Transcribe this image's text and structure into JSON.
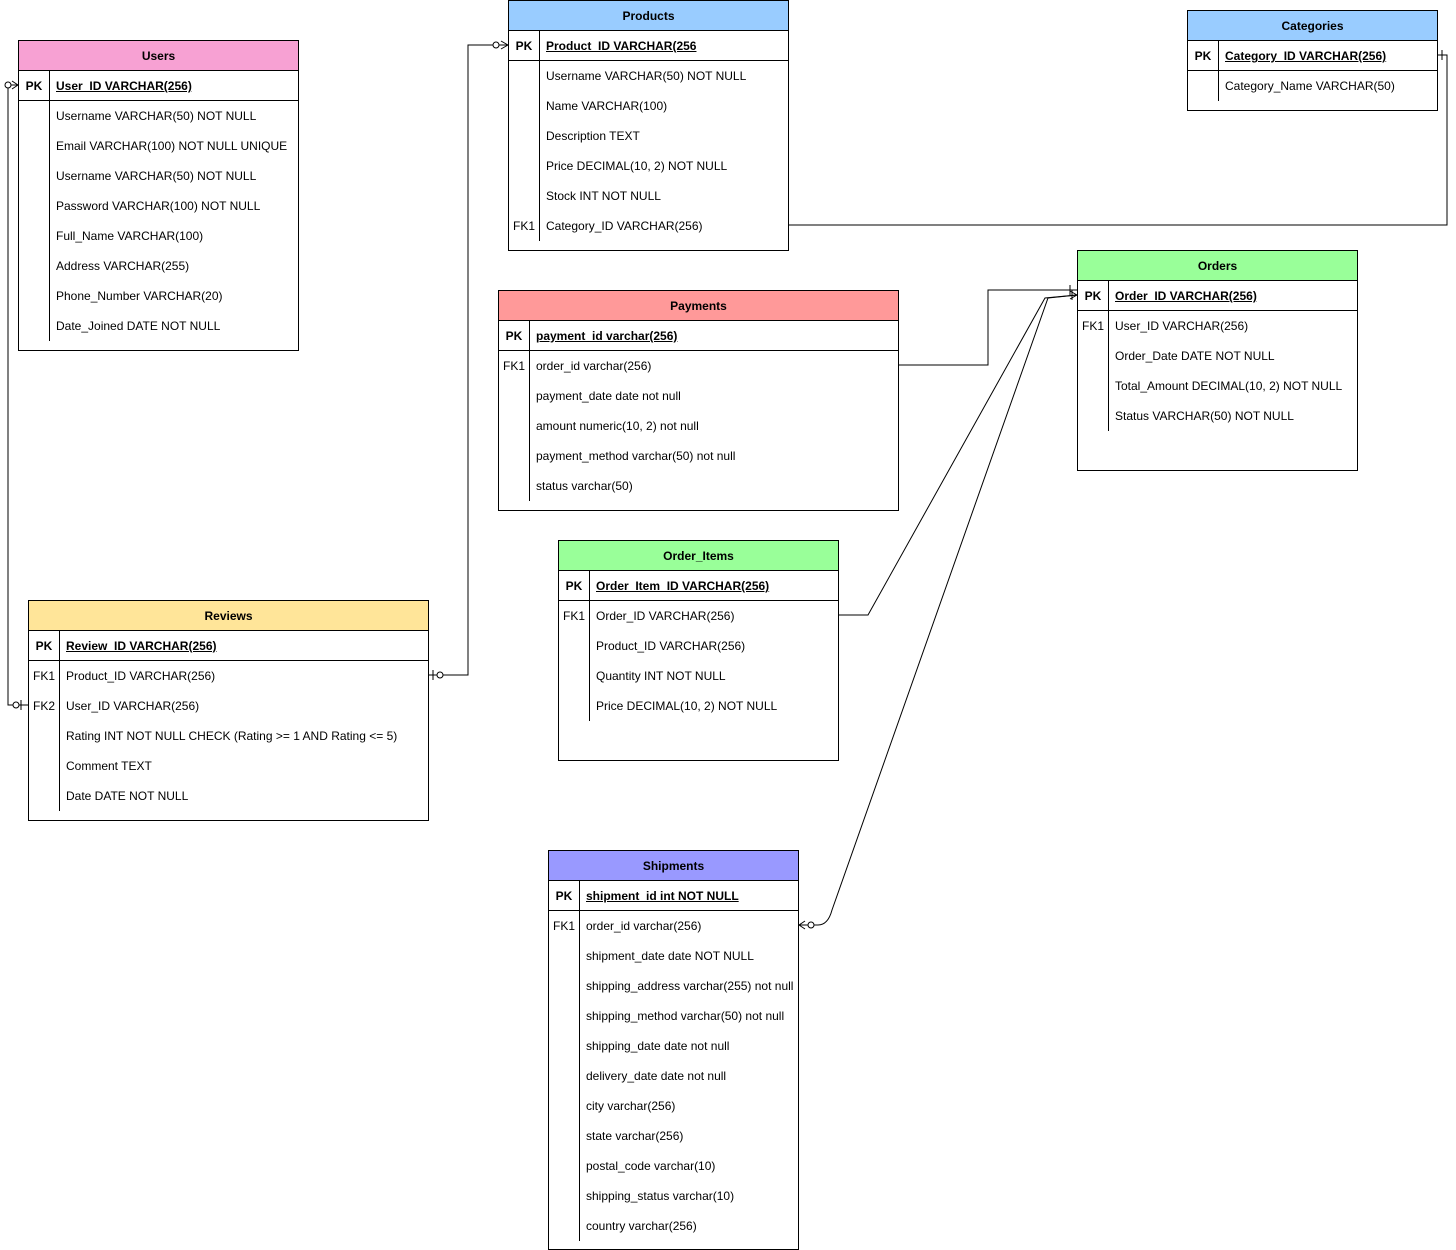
{
  "diagram": {
    "entities": [
      {
        "id": "users",
        "title": "Users",
        "header_color": "#f7a1d3",
        "pk": {
          "key": "PK",
          "field": "User_ID VARCHAR(256)"
        },
        "fields": [
          {
            "key": "",
            "field": "Username VARCHAR(50) NOT NULL"
          },
          {
            "key": "",
            "field": "Email VARCHAR(100) NOT NULL UNIQUE"
          },
          {
            "key": "",
            "field": "Username VARCHAR(50) NOT NULL"
          },
          {
            "key": "",
            "field": "Password VARCHAR(100) NOT NULL"
          },
          {
            "key": "",
            "field": "Full_Name VARCHAR(100)"
          },
          {
            "key": "",
            "field": "Address VARCHAR(255)"
          },
          {
            "key": "",
            "field": "Phone_Number VARCHAR(20)"
          },
          {
            "key": "",
            "field": "Date_Joined DATE NOT NULL"
          }
        ]
      },
      {
        "id": "products",
        "title": "Products",
        "header_color": "#99ccff",
        "pk": {
          "key": "PK",
          "field": "Product_ID VARCHAR(256"
        },
        "fields": [
          {
            "key": "",
            "field": "Username VARCHAR(50) NOT NULL"
          },
          {
            "key": "",
            "field": "Name VARCHAR(100)"
          },
          {
            "key": "",
            "field": "Description TEXT"
          },
          {
            "key": "",
            "field": "Price DECIMAL(10, 2) NOT NULL"
          },
          {
            "key": "",
            "field": "Stock INT NOT NULL"
          },
          {
            "key": "FK1",
            "field": "Category_ID VARCHAR(256)"
          }
        ]
      },
      {
        "id": "categories",
        "title": "Categories",
        "header_color": "#99ccff",
        "pk": {
          "key": "PK",
          "field": "Category_ID VARCHAR(256)"
        },
        "fields": [
          {
            "key": "",
            "field": "Category_Name VARCHAR(50)"
          }
        ]
      },
      {
        "id": "orders",
        "title": "Orders",
        "header_color": "#99ff99",
        "pk": {
          "key": "PK",
          "field": "Order_ID VARCHAR(256)"
        },
        "fields": [
          {
            "key": "FK1",
            "field": "User_ID VARCHAR(256)"
          },
          {
            "key": "",
            "field": "Order_Date DATE NOT NULL"
          },
          {
            "key": "",
            "field": "Total_Amount DECIMAL(10, 2) NOT NULL"
          },
          {
            "key": "",
            "field": "Status VARCHAR(50) NOT NULL"
          }
        ]
      },
      {
        "id": "payments",
        "title": "Payments",
        "header_color": "#ff9999",
        "pk": {
          "key": "PK",
          "field": "payment_id varchar(256)"
        },
        "fields": [
          {
            "key": "FK1",
            "field": "order_id varchar(256)"
          },
          {
            "key": "",
            "field": "payment_date date not null"
          },
          {
            "key": "",
            "field": "amount numeric(10, 2) not null"
          },
          {
            "key": "",
            "field": "payment_method varchar(50) not null"
          },
          {
            "key": "",
            "field": "status varchar(50)"
          }
        ]
      },
      {
        "id": "order_items",
        "title": "Order_Items",
        "header_color": "#99ff99",
        "pk": {
          "key": "PK",
          "field": "Order_Item_ID VARCHAR(256)"
        },
        "fields": [
          {
            "key": "FK1",
            "field": "Order_ID VARCHAR(256)"
          },
          {
            "key": "",
            "field": "Product_ID VARCHAR(256)"
          },
          {
            "key": "",
            "field": "Quantity INT NOT NULL"
          },
          {
            "key": "",
            "field": "Price DECIMAL(10, 2) NOT NULL"
          }
        ]
      },
      {
        "id": "reviews",
        "title": "Reviews",
        "header_color": "#ffe599",
        "pk": {
          "key": "PK",
          "field": "Review_ID VARCHAR(256)"
        },
        "fields": [
          {
            "key": "FK1",
            "field": "Product_ID VARCHAR(256)"
          },
          {
            "key": "FK2",
            "field": "User_ID VARCHAR(256)"
          },
          {
            "key": "",
            "field": "Rating INT NOT NULL CHECK (Rating >= 1 AND Rating <= 5)"
          },
          {
            "key": "",
            "field": "Comment TEXT"
          },
          {
            "key": "",
            "field": "Date DATE NOT NULL"
          }
        ]
      },
      {
        "id": "shipments",
        "title": "Shipments",
        "header_color": "#9999ff",
        "pk": {
          "key": "PK",
          "field": "shipment_id int NOT NULL"
        },
        "fields": [
          {
            "key": "FK1",
            "field": "order_id varchar(256)"
          },
          {
            "key": "",
            "field": "shipment_date date NOT NULL"
          },
          {
            "key": "",
            "field": "shipping_address varchar(255) not null"
          },
          {
            "key": "",
            "field": "shipping_method varchar(50) not null"
          },
          {
            "key": "",
            "field": "shipping_date date not null"
          },
          {
            "key": "",
            "field": "delivery_date date not null"
          },
          {
            "key": "",
            "field": "city varchar(256)"
          },
          {
            "key": "",
            "field": "state varchar(256)"
          },
          {
            "key": "",
            "field": "postal_code varchar(10)"
          },
          {
            "key": "",
            "field": "shipping_status varchar(10)"
          },
          {
            "key": "",
            "field": "country varchar(256)"
          }
        ]
      }
    ]
  }
}
